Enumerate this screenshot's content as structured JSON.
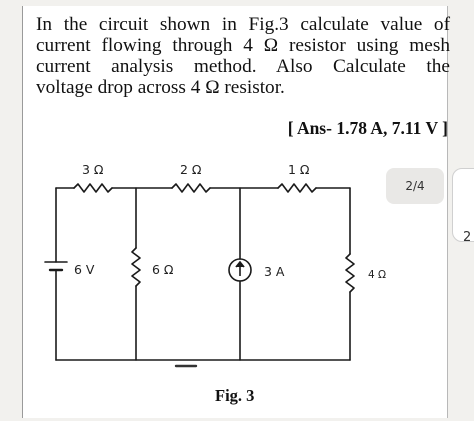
{
  "problem": {
    "lines": [
      "In the circuit shown in Fig.3 calculate value of",
      "current flowing through 4 Ω resistor using mesh",
      "current analysis method. Also Calculate the",
      "voltage drop across 4 Ω resistor."
    ],
    "answer": "[ Ans- 1.78 A, 7.11 V ]"
  },
  "circuit": {
    "r_top_left": "3 Ω",
    "r_top_mid": "2 Ω",
    "r_top_right": "1 Ω",
    "source_voltage": "6 V",
    "r_middle": "6 Ω",
    "current_source": "3 A",
    "r_right": "4 Ω"
  },
  "figure_caption": "Fig. 3",
  "viewer": {
    "page_indicator": "2/4",
    "side_glyph": "2"
  },
  "colors": {
    "wire": "#1a1a1a",
    "page": "#ffffff",
    "background": "#f2f1ee"
  }
}
